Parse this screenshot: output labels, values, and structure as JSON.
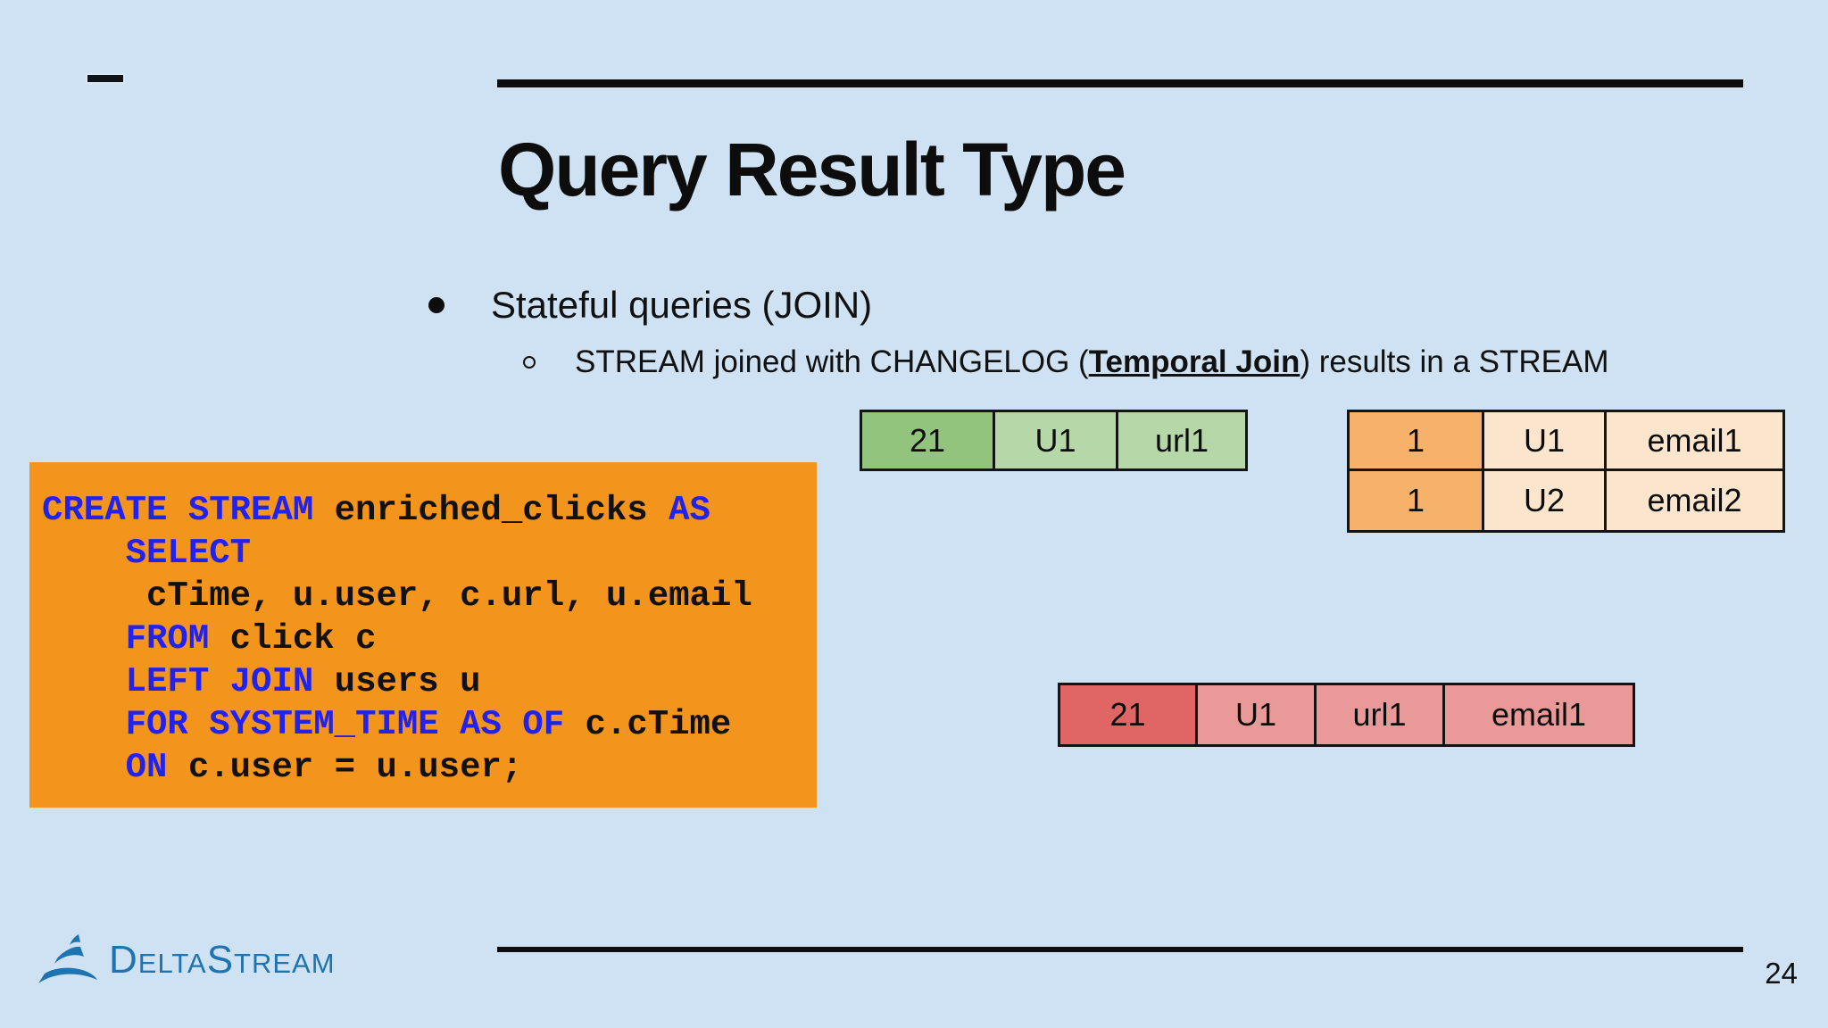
{
  "slide": {
    "title": "Query Result Type",
    "bullet": "Stateful queries (JOIN)",
    "sub_bullet": {
      "prefix": "STREAM joined with CHANGELOG (",
      "emphasis": "Temporal Join",
      "suffix": ") results in a STREAM"
    }
  },
  "colors": {
    "background": "#cfe2f3",
    "code_background": "#f3941d",
    "keyword": "#2222ee",
    "code_text": "#111111",
    "brand": "#1e74b0",
    "divider": "#0d0d0d"
  },
  "code_block": {
    "language": "sql",
    "lines": [
      [
        {
          "t": "CREATE STREAM",
          "k": true
        },
        {
          "t": " enriched_clicks ",
          "k": false
        },
        {
          "t": "AS",
          "k": true
        }
      ],
      [
        {
          "t": "    ",
          "k": false
        },
        {
          "t": "SELECT",
          "k": true
        }
      ],
      [
        {
          "t": "     cTime, u.user, c.url, u.email",
          "k": false
        }
      ],
      [
        {
          "t": "    ",
          "k": false
        },
        {
          "t": "FROM",
          "k": true
        },
        {
          "t": " click c",
          "k": false
        }
      ],
      [
        {
          "t": "    ",
          "k": false
        },
        {
          "t": "LEFT JOIN",
          "k": true
        },
        {
          "t": " users u",
          "k": false
        }
      ],
      [
        {
          "t": "    ",
          "k": false
        },
        {
          "t": "FOR SYSTEM_TIME AS OF",
          "k": true
        },
        {
          "t": " c.cTime",
          "k": false
        }
      ],
      [
        {
          "t": "    ",
          "k": false
        },
        {
          "t": "ON",
          "k": true
        },
        {
          "t": " c.user = u.user;",
          "k": false
        }
      ]
    ]
  },
  "tables": {
    "stream_record": {
      "rows": [
        [
          "21",
          "U1",
          "url1"
        ]
      ],
      "first_color": "#93c47d",
      "rest_color": "#b6d7a8"
    },
    "changelog": {
      "rows": [
        [
          "1",
          "U1",
          "email1"
        ],
        [
          "1",
          "U2",
          "email2"
        ]
      ],
      "first_color": "#f6b26b",
      "rest_color": "#fce5cd"
    },
    "result_record": {
      "rows": [
        [
          "21",
          "U1",
          "url1",
          "email1"
        ]
      ],
      "first_color": "#e06666",
      "rest_color": "#ea9999"
    }
  },
  "footer": {
    "logo_text": "DeltaStream",
    "page_number": "24"
  }
}
